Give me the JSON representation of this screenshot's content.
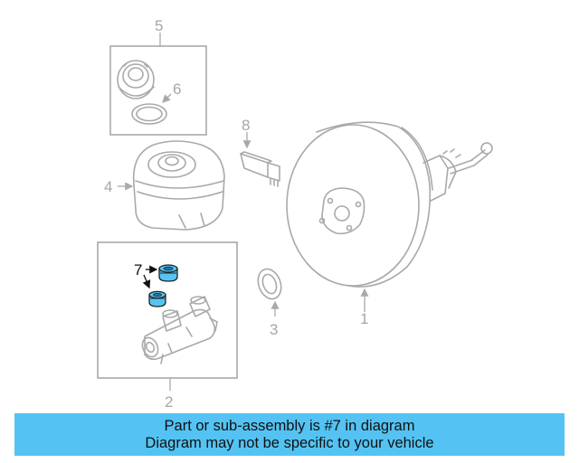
{
  "callouts": {
    "c1": "1",
    "c2": "2",
    "c3": "3",
    "c4": "4",
    "c5": "5",
    "c6": "6",
    "c7": "7",
    "c8": "8"
  },
  "banner": {
    "line1": "Part or sub-assembly is #7 in diagram",
    "line2": "Diagram may not be specific to your vehicle"
  },
  "colors": {
    "highlight": "#55c4f4",
    "banner": "#54c3f3",
    "line": "#a9a9a9"
  }
}
